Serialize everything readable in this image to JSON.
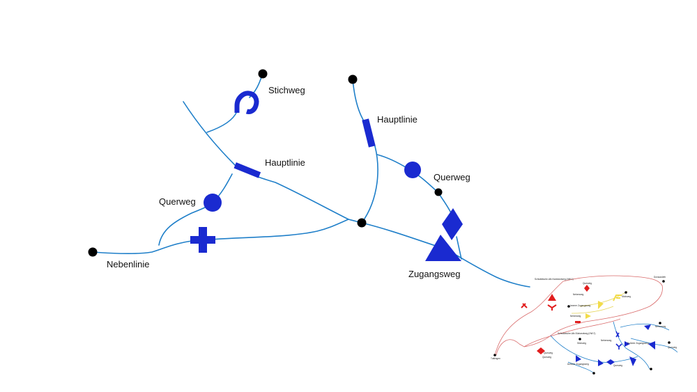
{
  "colors": {
    "line": "#1f7fc9",
    "symbol": "#1a2ad0",
    "node": "#000000",
    "red_route": "#d96a6a",
    "red_symbol": "#e11d1d",
    "yellow_route": "#e6d65a",
    "yellow_symbol": "#f2dc4a"
  },
  "labels": {
    "stichweg": "Stichweg",
    "hauptlinie_left": "Hauptlinie",
    "hauptlinie_right": "Hauptlinie",
    "querweg_left": "Querweg",
    "querweg_right": "Querweg",
    "nebenlinie": "Nebenlinie",
    "zugangsweg": "Zugangsweg"
  },
  "inset_labels": {
    "top_red": "Schwäbische-Alb-Nordrandweg (HW 1)",
    "donaueschingen": "Donauwörth",
    "querweg_a": "Querweg",
    "nebenweg_a": "Nebenweg",
    "stichweg_y": "Stichweg",
    "zugang_y": "Innerer Zugangsweg",
    "nebenweg_y": "Nebenweg",
    "middle_red": "Schwäbische-Alb-Südrandweg (HW 2)",
    "nebenweg_b": "Nebenweg",
    "nebenweg_c": "Nebenweg",
    "aeusserer": "Äußerer Zugangsweg",
    "querweg_b": "Querweg",
    "stichweg_b": "Stichweg",
    "querweg_c": "Querweg",
    "querweg_d": "Querweg",
    "aeusserer_2": "Äußerer Zugangsweg",
    "querweg_e": "Querweg",
    "tuttlingen": "Tuttlingen"
  }
}
